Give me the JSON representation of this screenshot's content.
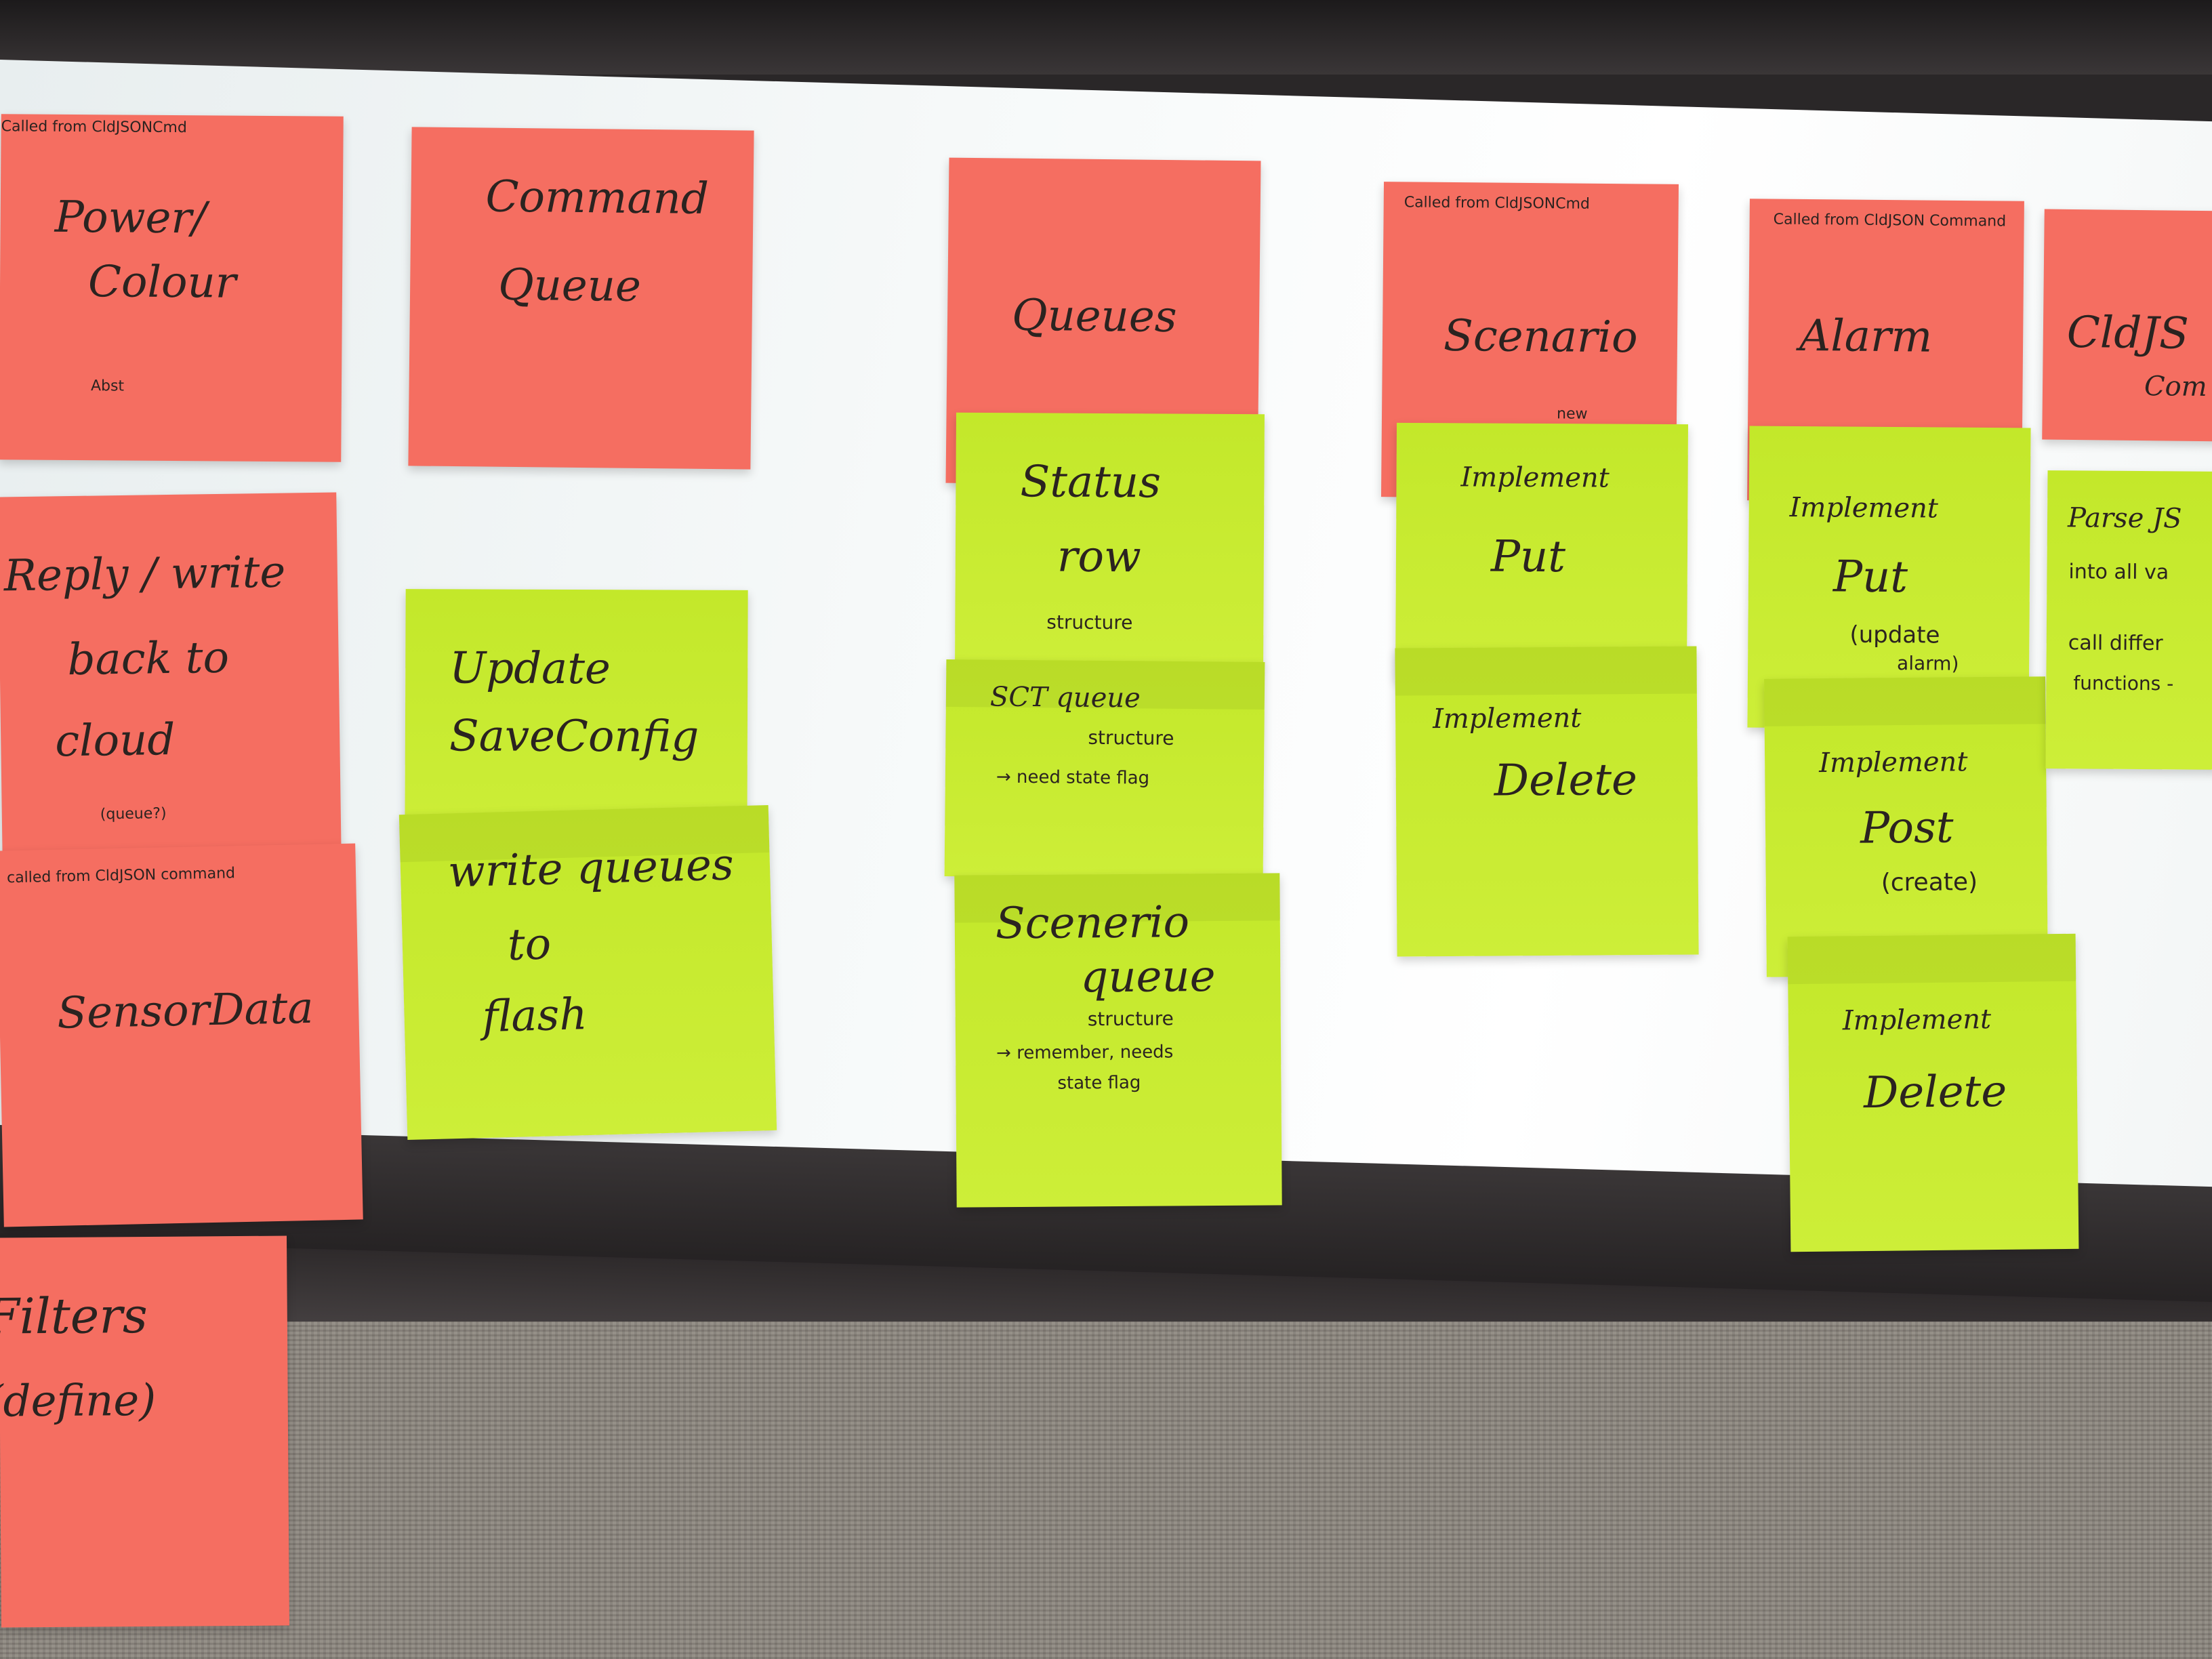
{
  "notes": {
    "power": {
      "caption": "Called from CldJSONCmd",
      "line1": "Power/",
      "line2": "Colour",
      "scribble": "Abst"
    },
    "reply": {
      "line1": "Reply / write",
      "line2": "back to",
      "line3": "cloud",
      "note": "(queue?)"
    },
    "sensor": {
      "caption": "called from CldJSON command",
      "title": "SensorData"
    },
    "filters": {
      "line1": "Filters",
      "line2": "(define)"
    },
    "command_queue": {
      "line1": "Command",
      "line2": "Queue"
    },
    "update": {
      "line1": "Update",
      "line2": "SaveConfig"
    },
    "write_queues": {
      "line1": "write queues",
      "line2": "to",
      "line3": "flash"
    },
    "queues": {
      "title": "Queues"
    },
    "status_row": {
      "line1": "Status",
      "line2": "row",
      "line3": "structure"
    },
    "sct_queue": {
      "line1": "SCT queue",
      "line2": "structure",
      "line3": "→ need state flag"
    },
    "scenerio_queue": {
      "line1": "Scenerio",
      "line2": "queue",
      "line3": "structure",
      "line4": "→ remember, needs",
      "line5": "state flag"
    },
    "scenario": {
      "caption": "Called from CldJSONCmd",
      "title": "Scenario",
      "tag": "new"
    },
    "scenario_put": {
      "line1": "Implement",
      "line2": "Put"
    },
    "scenario_delete": {
      "line1": "Implement",
      "line2": "Delete"
    },
    "alarm": {
      "caption": "Called from CldJSON Command",
      "title": "Alarm"
    },
    "alarm_put": {
      "line1": "Implement",
      "line2": "Put",
      "line3": "(update",
      "line4": "alarm)"
    },
    "alarm_post": {
      "line1": "Implement",
      "line2": "Post",
      "line3": "(create)"
    },
    "alarm_delete": {
      "line1": "Implement",
      "line2": "Delete"
    },
    "cldjs": {
      "line1": "CldJS",
      "line2": "Com"
    },
    "parse": {
      "line1": "Parse JS",
      "line2": "into all va",
      "line3": "call differ",
      "line4": "functions -"
    }
  },
  "colors": {
    "red_note": "#f56e61",
    "green_note": "#c8ec2e",
    "ink": "#2b2320"
  }
}
